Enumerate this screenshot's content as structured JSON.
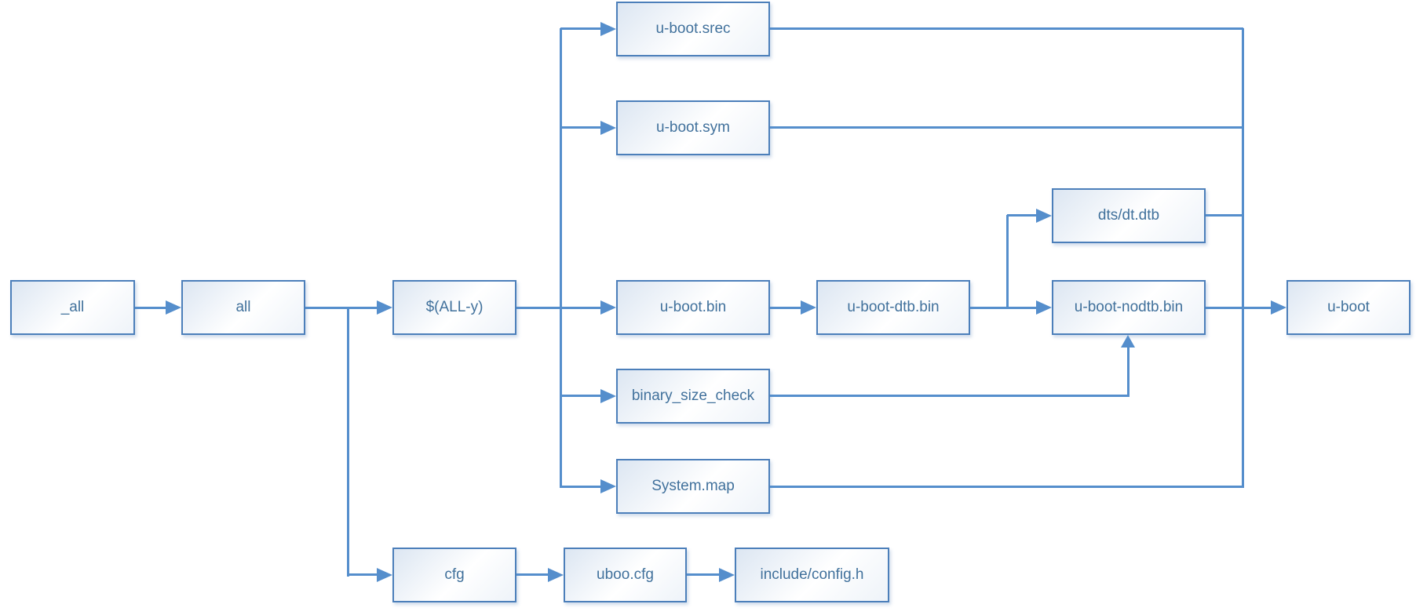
{
  "diagram": {
    "type": "flowchart",
    "nodes": {
      "_all": {
        "label": "_all"
      },
      "all": {
        "label": "all"
      },
      "all_y": {
        "label": "$(ALL-y)"
      },
      "uboot_srec": {
        "label": "u-boot.srec"
      },
      "uboot_sym": {
        "label": "u-boot.sym"
      },
      "uboot_bin": {
        "label": "u-boot.bin"
      },
      "binary_size_check": {
        "label": "binary_size_check"
      },
      "system_map": {
        "label": "System.map"
      },
      "uboot_dtb_bin": {
        "label": "u-boot-dtb.bin"
      },
      "dts_dt_dtb": {
        "label": "dts/dt.dtb"
      },
      "uboot_nodtb_bin": {
        "label": "u-boot-nodtb.bin"
      },
      "uboot": {
        "label": "u-boot"
      },
      "cfg": {
        "label": "cfg"
      },
      "uboo_cfg": {
        "label": "uboo.cfg"
      },
      "include_config_h": {
        "label": "include/config.h"
      }
    },
    "edges": [
      {
        "from": "_all",
        "to": "all"
      },
      {
        "from": "all",
        "to": "all_y"
      },
      {
        "from": "all",
        "to": "cfg"
      },
      {
        "from": "all_y",
        "to": "uboot_srec"
      },
      {
        "from": "all_y",
        "to": "uboot_sym"
      },
      {
        "from": "all_y",
        "to": "uboot_bin"
      },
      {
        "from": "all_y",
        "to": "binary_size_check"
      },
      {
        "from": "all_y",
        "to": "system_map"
      },
      {
        "from": "uboot_bin",
        "to": "uboot_dtb_bin"
      },
      {
        "from": "uboot_dtb_bin",
        "to": "dts_dt_dtb"
      },
      {
        "from": "uboot_dtb_bin",
        "to": "uboot_nodtb_bin"
      },
      {
        "from": "binary_size_check",
        "to": "uboot_nodtb_bin"
      },
      {
        "from": "uboot_nodtb_bin",
        "to": "uboot"
      },
      {
        "from": "uboot_srec",
        "to": "uboot",
        "via": "right-bus"
      },
      {
        "from": "uboot_sym",
        "to": "uboot",
        "via": "right-bus"
      },
      {
        "from": "dts_dt_dtb",
        "to": "uboot",
        "via": "right-bus"
      },
      {
        "from": "system_map",
        "to": "uboot",
        "via": "right-bus"
      },
      {
        "from": "cfg",
        "to": "uboo_cfg"
      },
      {
        "from": "uboo_cfg",
        "to": "include_config_h"
      }
    ],
    "colors": {
      "canvas_bg": "#ffffff",
      "line_color": "#558ECC",
      "box_border": "#4C7FBA",
      "box_text": "#41719C",
      "box_fill_a": "#dce6f2",
      "box_fill_b": "#ffffff",
      "box_fill_c": "#eef3f9"
    }
  }
}
